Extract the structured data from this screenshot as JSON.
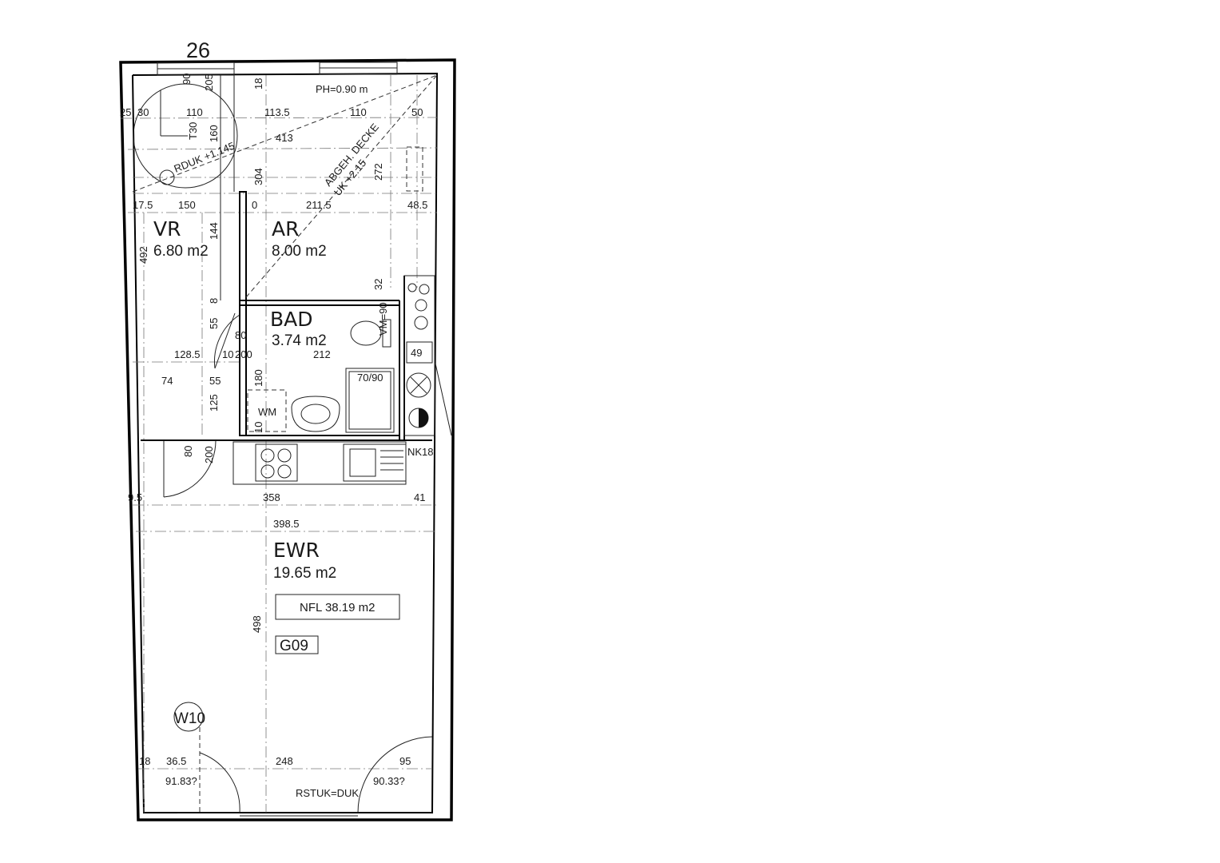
{
  "sheet": {
    "number": "26"
  },
  "rooms": {
    "vr": {
      "name": "VR",
      "area": "6.80 m2"
    },
    "ar": {
      "name": "AR",
      "area": "8.00 m2"
    },
    "bad": {
      "name": "BAD",
      "area": "3.74 m2"
    },
    "ewr": {
      "name": "EWR",
      "area": "19.65 m2"
    }
  },
  "summary": {
    "nfl": "NFL 38.19 m2",
    "unit": "G09"
  },
  "notes": {
    "ph": "PH=0.90 m",
    "rduk": "RDUK +1.145",
    "ceiling1": "ABGEH. DECKE",
    "ceiling2": "UK +2.15",
    "wm": "WM",
    "vm": "VM=90",
    "shower": "70/90",
    "nk": "NK18",
    "rstuk": "RSTUK=DUK",
    "w10": "W10",
    "sill_left": "91.83?",
    "sill_right": "90.33?"
  },
  "dimensions": {
    "top_a": "25",
    "top_b": "30",
    "top_c": "110",
    "top_d": "113.5",
    "top_e": "110",
    "top_f": "50",
    "v90": "90",
    "v205": "205",
    "v18": "18",
    "t30": "T30",
    "v160": "160",
    "d413": "413",
    "v304": "304",
    "v272": "272",
    "row_a": "17.5",
    "row_b": "150",
    "row_c": "0",
    "row_d": "211.5",
    "row_e": "48.5",
    "v492": "492",
    "v144": "144",
    "v32": "32",
    "v8": "8",
    "v55a": "55",
    "v80a": "80",
    "h128": "128.5",
    "h10": "10",
    "h200a": "200",
    "h212": "212",
    "h74": "74",
    "h55b": "55",
    "v180": "180",
    "v125": "125",
    "v10": "10",
    "v49": "49",
    "v80b": "80",
    "v200b": "200",
    "h9": "9.5",
    "h358": "358",
    "h41": "41",
    "h398": "398.5",
    "v498": "498",
    "b18": "18",
    "b36": "36.5",
    "b248": "248",
    "b95": "95"
  }
}
